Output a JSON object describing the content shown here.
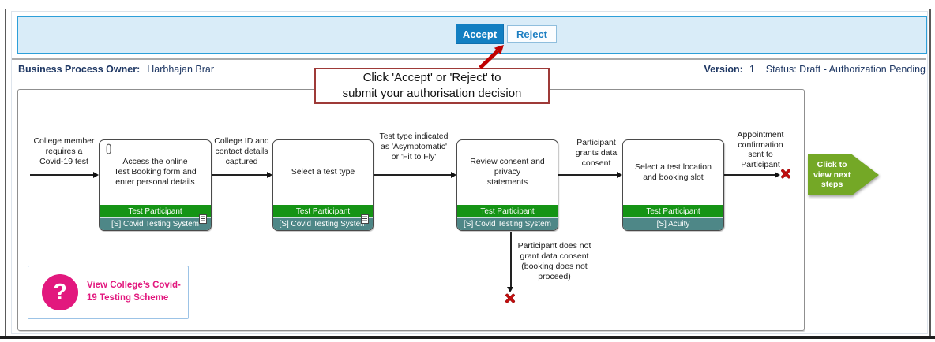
{
  "banner": {
    "accept_label": "Accept",
    "reject_label": "Reject",
    "background": "#d9ecf8",
    "border_color": "#2d9fd9",
    "accept_bg": "#127fc2"
  },
  "header": {
    "owner_label": "Business Process Owner:",
    "owner_name": "Harbhajan Brar",
    "version_label": "Version:",
    "version_value": "1",
    "status_text": "Status: Draft - Authorization Pending",
    "text_color": "#1f3864"
  },
  "callout": {
    "text": "Click 'Accept' or 'Reject' to\nsubmit your authorisation decision",
    "border_color": "#9e3a38",
    "arrow_color": "#c00000"
  },
  "diagram": {
    "flow_labels": [
      "College member\nrequires a\nCovid-19 test",
      "College ID and\ncontact details\ncaptured",
      "Test type indicated\nas 'Asymptomatic'\nor 'Fit to Fly'",
      "Participant\ngrants data\nconsent",
      "Appointment\nconfirmation\nsent to\nParticipant"
    ],
    "boxes": [
      {
        "text": "Access the online\nTest Booking form and\nenter personal details",
        "role": "Test Participant",
        "system": "[S] Covid Testing System",
        "attachment_icon": "paperclip",
        "details_icon": "document"
      },
      {
        "text": "Select a test type",
        "role": "Test Participant",
        "system": "[S] Covid Testing System",
        "details_icon": "document"
      },
      {
        "text": "Review consent and privacy\nstatements",
        "role": "Test Participant",
        "system": "[S] Covid Testing System"
      },
      {
        "text": "Select a test location\nand booking slot",
        "role": "Test Participant",
        "system": "[S] Acuity"
      }
    ],
    "branch_label": "Participant does not\ngrant data consent\n(booking does not\nproceed)",
    "role_color": "#159415",
    "system_color": "#4e8787",
    "end_marker": "red-x"
  },
  "next_steps": {
    "label": "Click to\nview next\nsteps",
    "color": "#74a826"
  },
  "help": {
    "icon_glyph": "?",
    "label": "View College’s Covid-\n19 Testing Scheme",
    "color": "#e2187e",
    "border_color": "#9cc3e6"
  }
}
